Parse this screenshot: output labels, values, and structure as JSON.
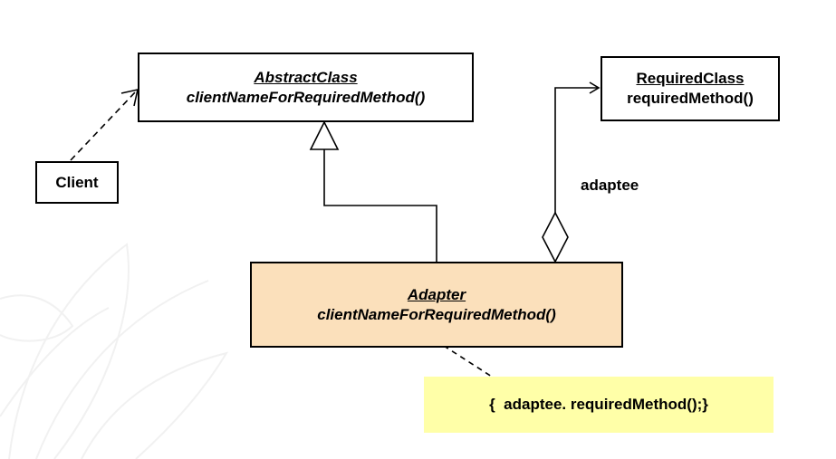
{
  "abstract_class": {
    "name": "AbstractClass",
    "method": "clientNameForRequiredMethod()"
  },
  "required_class": {
    "name": "RequiredClass",
    "method": "requiredMethod()"
  },
  "client": {
    "name": "Client"
  },
  "adapter": {
    "name": "Adapter",
    "method": "clientNameForRequiredMethod()"
  },
  "note": {
    "text": "{  adaptee. requiredMethod();}"
  },
  "association": {
    "label": "adaptee"
  },
  "colors": {
    "adapter_fill": "#fbe0bb",
    "note_fill": "#ffffa8",
    "line": "#000000"
  }
}
